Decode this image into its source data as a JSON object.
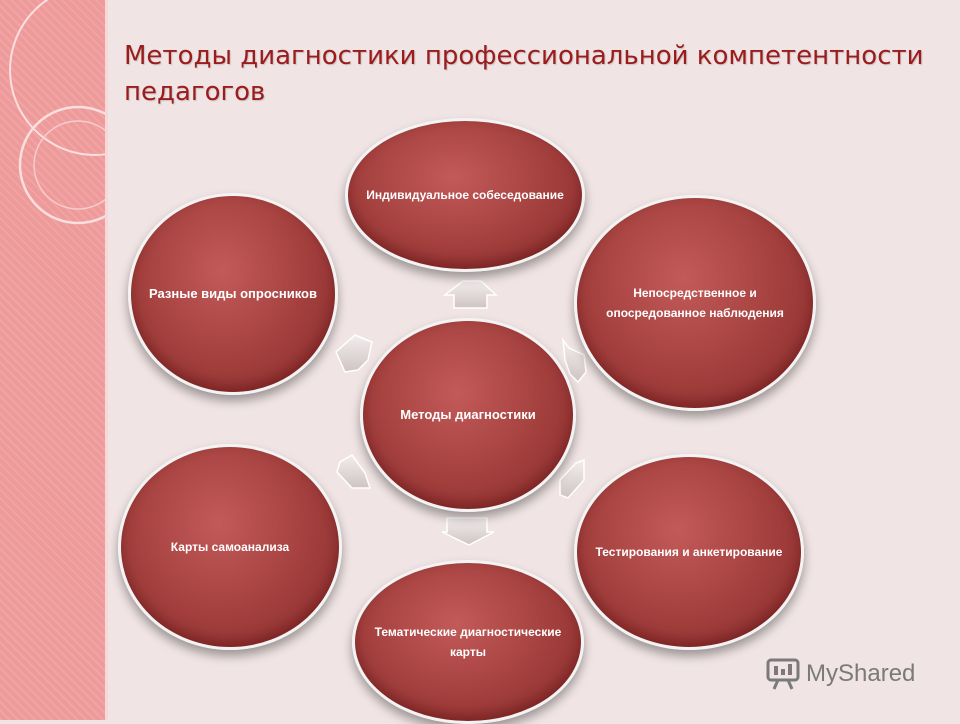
{
  "title": "Методы диагностики профессиональной компетентности педагогов",
  "center": {
    "label": "Методы диагностики"
  },
  "nodes": [
    {
      "label": "Индивидуальное собеседование"
    },
    {
      "label": "Непосредственное и опосредованное наблюдения"
    },
    {
      "label": "Тестирования и анкетирование"
    },
    {
      "label": "Тематические диагностические карты"
    },
    {
      "label": "Карты самоанализа"
    },
    {
      "label": "Разные виды опросников"
    }
  ],
  "watermark": {
    "text": "MyShared",
    "icon": "presentation-board-icon"
  },
  "colors": {
    "title": "#9b1c1c",
    "node_fill": "#a23f3d",
    "node_border": "#f3f3f3",
    "band": "#ee9a9a",
    "background": "#f0e4e4"
  }
}
